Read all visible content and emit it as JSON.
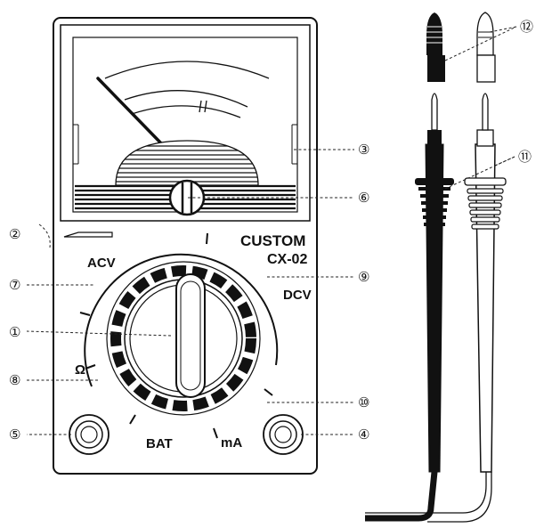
{
  "device": {
    "brand": "CUSTOM",
    "model": "CX-02"
  },
  "ranges": {
    "acv": "ACV",
    "dcv": "DCV",
    "ohm": "Ω",
    "bat": "BAT",
    "ma": "mA"
  },
  "callouts": {
    "c1": "①",
    "c2": "②",
    "c3": "③",
    "c4": "④",
    "c5": "⑤",
    "c6": "⑥",
    "c7": "⑦",
    "c8": "⑧",
    "c9": "⑨",
    "c10": "⑩",
    "c11": "⑪",
    "c12": "⑫"
  },
  "colors": {
    "line": "#111111",
    "black_lead": "#111111",
    "red_lead": "#ffffff"
  }
}
